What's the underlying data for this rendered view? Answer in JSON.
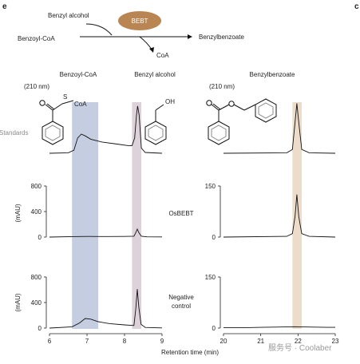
{
  "panel_letter": "e",
  "second_panel_letter": "c",
  "scheme": {
    "substrate_top": "Benzyl alcohol",
    "substrate_left": "Benzoyl-CoA",
    "enzyme": "BEBT",
    "product": "Benzylbenzoate",
    "byproduct": "CoA"
  },
  "column_headers": {
    "benzoyl_coa": "Benzoyl-CoA",
    "benzyl_alcohol": "Benzyl alcohol",
    "benzylbenzoate": "Benzylbenzoate"
  },
  "wavelength_left": "(210 nm)",
  "wavelength_right": "(210 nm)",
  "molecule_labels": {
    "coa": "CoA",
    "oh": "OH"
  },
  "row_labels": {
    "standards": "Standards",
    "osbebt": "OsBEBT",
    "negative_line1": "Negative",
    "negative_line2": "control"
  },
  "xlabel": "Retention time (min)",
  "watermark": "服务号 · Coolaber",
  "colors": {
    "benzoyl_coa_band": "#c5cde0",
    "benzyl_alcohol_band": "#ddd2da",
    "benzylbenzoate_band": "#eedccb"
  },
  "chart_data": [
    {
      "type": "line",
      "panel": "left",
      "xlabel": "Retention time (min)",
      "xlim": [
        6,
        9
      ],
      "xticks": [
        "6",
        "7",
        "8",
        "9"
      ],
      "highlight_bands": [
        {
          "label": "Benzoyl-CoA",
          "x_range": [
            6.6,
            7.3
          ]
        },
        {
          "label": "Benzyl alcohol",
          "x_range": [
            8.2,
            8.45
          ]
        }
      ],
      "rows": [
        {
          "name": "Standards",
          "ylabel": "",
          "yticks": [],
          "points": [
            [
              6,
              0
            ],
            [
              6.5,
              2
            ],
            [
              6.65,
              12
            ],
            [
              6.75,
              60
            ],
            [
              6.85,
              75
            ],
            [
              6.95,
              68
            ],
            [
              7.1,
              55
            ],
            [
              7.4,
              44
            ],
            [
              7.8,
              36
            ],
            [
              8.1,
              30
            ],
            [
              8.2,
              30
            ],
            [
              8.27,
              60
            ],
            [
              8.32,
              150
            ],
            [
              8.35,
              185
            ],
            [
              8.39,
              150
            ],
            [
              8.45,
              20
            ],
            [
              8.55,
              3
            ],
            [
              9,
              0
            ]
          ]
        },
        {
          "name": "OsBEBT",
          "ylabel": "(mAU)",
          "ylim": [
            0,
            800
          ],
          "yticks": [
            "0",
            "400",
            "800"
          ],
          "points": [
            [
              6,
              0
            ],
            [
              6.6,
              8
            ],
            [
              7.0,
              10
            ],
            [
              7.5,
              9
            ],
            [
              8.0,
              10
            ],
            [
              8.25,
              14
            ],
            [
              8.3,
              70
            ],
            [
              8.34,
              125
            ],
            [
              8.38,
              70
            ],
            [
              8.45,
              12
            ],
            [
              8.6,
              4
            ],
            [
              9,
              2
            ]
          ]
        },
        {
          "name": "Negative control",
          "ylabel": "(mAU)",
          "ylim": [
            0,
            800
          ],
          "yticks": [
            "0",
            "400",
            "800"
          ],
          "points": [
            [
              6,
              0
            ],
            [
              6.6,
              20
            ],
            [
              6.8,
              80
            ],
            [
              6.95,
              150
            ],
            [
              7.1,
              140
            ],
            [
              7.3,
              100
            ],
            [
              7.6,
              70
            ],
            [
              8.0,
              50
            ],
            [
              8.25,
              40
            ],
            [
              8.3,
              300
            ],
            [
              8.34,
              610
            ],
            [
              8.38,
              330
            ],
            [
              8.44,
              60
            ],
            [
              8.55,
              10
            ],
            [
              9,
              3
            ]
          ]
        }
      ]
    },
    {
      "type": "line",
      "panel": "right",
      "xlabel": "Retention time (min)",
      "xlim": [
        20,
        23
      ],
      "xticks": [
        "20",
        "21",
        "22",
        "23"
      ],
      "highlight_bands": [
        {
          "label": "Benzylbenzoate",
          "x_range": [
            21.85,
            22.1
          ]
        }
      ],
      "rows": [
        {
          "name": "Standards",
          "ylabel": "",
          "yticks": [],
          "points": [
            [
              20,
              0
            ],
            [
              21.7,
              2
            ],
            [
              21.85,
              15
            ],
            [
              21.92,
              120
            ],
            [
              21.97,
              195
            ],
            [
              22.02,
              120
            ],
            [
              22.1,
              15
            ],
            [
              22.3,
              2
            ],
            [
              23,
              0
            ]
          ]
        },
        {
          "name": "OsBEBT",
          "ylabel": "",
          "ylim": [
            0,
            150
          ],
          "yticks": [
            "0",
            "150"
          ],
          "points": [
            [
              20,
              0
            ],
            [
              21.7,
              2
            ],
            [
              21.85,
              10
            ],
            [
              21.92,
              60
            ],
            [
              21.97,
              125
            ],
            [
              22.02,
              60
            ],
            [
              22.1,
              10
            ],
            [
              22.3,
              2
            ],
            [
              23,
              0
            ]
          ]
        },
        {
          "name": "Negative control",
          "ylabel": "",
          "ylim": [
            0,
            150
          ],
          "yticks": [
            "0",
            "150"
          ],
          "points": [
            [
              20,
              1
            ],
            [
              20.5,
              1
            ],
            [
              21,
              2
            ],
            [
              21.5,
              3
            ],
            [
              21.9,
              4
            ],
            [
              22.3,
              3
            ],
            [
              22.8,
              2
            ],
            [
              23,
              2
            ]
          ]
        }
      ]
    }
  ]
}
